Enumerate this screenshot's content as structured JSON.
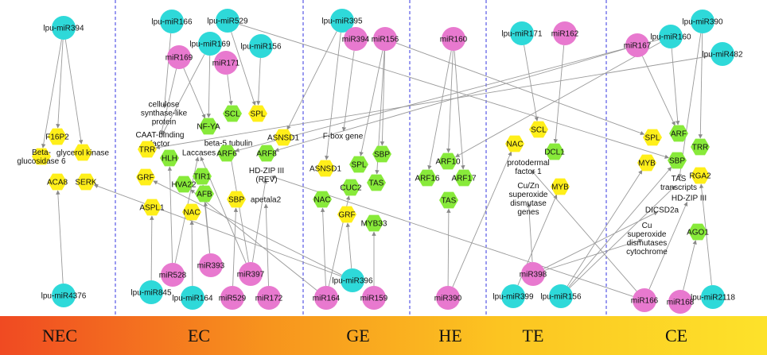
{
  "colors": {
    "mirna_cyan": "#2ed9d9",
    "mirna_pink": "#e879cf",
    "target_yellow": "#ffef1a",
    "target_green": "#88ea3a",
    "edge": "#9a9a9a",
    "divider": "#3434e0"
  },
  "stages": [
    "NEC",
    "EC",
    "GE",
    "HE",
    "TE",
    "CE"
  ],
  "nodes": [
    {
      "id": "lpu-mir394",
      "label": "lpu-miR394",
      "kind": "mirna",
      "color": "cyan"
    },
    {
      "id": "f16p2",
      "label": "F16P2",
      "kind": "target",
      "color": "yellow"
    },
    {
      "id": "beta-glucosidase6",
      "label": "Beta-\nglucosidase 6",
      "kind": "target",
      "color": "yellow"
    },
    {
      "id": "glycerol-kinase",
      "label": "glycerol kinase",
      "kind": "target",
      "color": "yellow"
    },
    {
      "id": "aca8",
      "label": "ACA8",
      "kind": "target",
      "color": "yellow"
    },
    {
      "id": "serk",
      "label": "SERK",
      "kind": "target",
      "color": "yellow"
    },
    {
      "id": "lpu-mir4376",
      "label": "lpu-miR4376",
      "kind": "mirna",
      "color": "cyan"
    },
    {
      "id": "lpu-mir166-ec",
      "label": "lpu-miR166",
      "kind": "mirna",
      "color": "cyan"
    },
    {
      "id": "lpu-mir529-ec",
      "label": "lpu-miR529",
      "kind": "mirna",
      "color": "cyan"
    },
    {
      "id": "lpu-mir169",
      "label": "lpu-miR169",
      "kind": "mirna",
      "color": "cyan"
    },
    {
      "id": "lpu-mir156-ec",
      "label": "lpu-miR156",
      "kind": "mirna",
      "color": "cyan"
    },
    {
      "id": "mir169",
      "label": "miR169",
      "kind": "mirna",
      "color": "pink"
    },
    {
      "id": "mir171",
      "label": "miR171",
      "kind": "mirna",
      "color": "pink"
    },
    {
      "id": "cellulose",
      "label": "cellulose\nsynthase-like\nprotein",
      "kind": "target",
      "color": "none"
    },
    {
      "id": "scl-ec",
      "label": "SCL",
      "kind": "target",
      "color": "green"
    },
    {
      "id": "spl-ec",
      "label": "SPL",
      "kind": "target",
      "color": "yellow"
    },
    {
      "id": "nf-ya",
      "label": "NF-YA",
      "kind": "target",
      "color": "green"
    },
    {
      "id": "caat",
      "label": "CAAT-binding\nfactor",
      "kind": "target",
      "color": "none"
    },
    {
      "id": "beta5",
      "label": "beta-5 tubulin",
      "kind": "target",
      "color": "none"
    },
    {
      "id": "asnsd1-ec",
      "label": "ASNSD1",
      "kind": "target",
      "color": "yellow"
    },
    {
      "id": "trr-ec",
      "label": "TRR",
      "kind": "target",
      "color": "yellow"
    },
    {
      "id": "laccases",
      "label": "Laccases",
      "kind": "target",
      "color": "none"
    },
    {
      "id": "arf6",
      "label": "ARF6",
      "kind": "target",
      "color": "green"
    },
    {
      "id": "arf8",
      "label": "ARF8",
      "kind": "target",
      "color": "green"
    },
    {
      "id": "hlh",
      "label": "HLH",
      "kind": "target",
      "color": "green"
    },
    {
      "id": "grf-ec",
      "label": "GRF",
      "kind": "target",
      "color": "yellow"
    },
    {
      "id": "tir1",
      "label": "TIR1",
      "kind": "target",
      "color": "green"
    },
    {
      "id": "hdzip-rev",
      "label": "HD-ZIP III\n(REV)",
      "kind": "target",
      "color": "none"
    },
    {
      "id": "hva22",
      "label": "HVA22",
      "kind": "target",
      "color": "green"
    },
    {
      "id": "afb",
      "label": "AFB",
      "kind": "target",
      "color": "green"
    },
    {
      "id": "sbp-ec",
      "label": "SBP",
      "kind": "target",
      "color": "yellow"
    },
    {
      "id": "apetala2",
      "label": "apetala2",
      "kind": "target",
      "color": "none"
    },
    {
      "id": "aspl1",
      "label": "ASPL1",
      "kind": "target",
      "color": "yellow"
    },
    {
      "id": "nac-ec",
      "label": "NAC",
      "kind": "target",
      "color": "yellow"
    },
    {
      "id": "mir528",
      "label": "miR528",
      "kind": "mirna",
      "color": "pink"
    },
    {
      "id": "mir393",
      "label": "miR393",
      "kind": "mirna",
      "color": "pink"
    },
    {
      "id": "mir397",
      "label": "miR397",
      "kind": "mirna",
      "color": "pink"
    },
    {
      "id": "lpu-mir845",
      "label": "lpu-miR845",
      "kind": "mirna",
      "color": "cyan"
    },
    {
      "id": "lpu-mir164",
      "label": "lpu-miR164",
      "kind": "mirna",
      "color": "cyan"
    },
    {
      "id": "mir529",
      "label": "miR529",
      "kind": "mirna",
      "color": "pink"
    },
    {
      "id": "mir172",
      "label": "miR172",
      "kind": "mirna",
      "color": "pink"
    },
    {
      "id": "lpu-mir395",
      "label": "lpu-miR395",
      "kind": "mirna",
      "color": "cyan"
    },
    {
      "id": "mir394",
      "label": "miR394",
      "kind": "mirna",
      "color": "pink"
    },
    {
      "id": "mir156",
      "label": "miR156",
      "kind": "mirna",
      "color": "pink"
    },
    {
      "id": "fbox",
      "label": "F-box gene",
      "kind": "target",
      "color": "none"
    },
    {
      "id": "sbp-ge",
      "label": "SBP",
      "kind": "target",
      "color": "green"
    },
    {
      "id": "spl-ge",
      "label": "SPL",
      "kind": "target",
      "color": "green"
    },
    {
      "id": "asnsd1-ge",
      "label": "ASNSD1",
      "kind": "target",
      "color": "yellow"
    },
    {
      "id": "tas-ge",
      "label": "TAS",
      "kind": "target",
      "color": "green"
    },
    {
      "id": "cuc2",
      "label": "CUC2",
      "kind": "target",
      "color": "green"
    },
    {
      "id": "nac-ge",
      "label": "NAC",
      "kind": "target",
      "color": "green"
    },
    {
      "id": "grf-ge",
      "label": "GRF",
      "kind": "target",
      "color": "yellow"
    },
    {
      "id": "myb33",
      "label": "MYB33",
      "kind": "target",
      "color": "green"
    },
    {
      "id": "lpu-mir396",
      "label": "lpu-miR396",
      "kind": "mirna",
      "color": "cyan"
    },
    {
      "id": "mir164",
      "label": "miR164",
      "kind": "mirna",
      "color": "pink"
    },
    {
      "id": "mir159",
      "label": "miR159",
      "kind": "mirna",
      "color": "pink"
    },
    {
      "id": "mir160",
      "label": "miR160",
      "kind": "mirna",
      "color": "pink"
    },
    {
      "id": "arf10",
      "label": "ARF10",
      "kind": "target",
      "color": "green"
    },
    {
      "id": "arf16",
      "label": "ARF16",
      "kind": "target",
      "color": "green"
    },
    {
      "id": "arf17",
      "label": "ARF17",
      "kind": "target",
      "color": "green"
    },
    {
      "id": "tas-he",
      "label": "TAS",
      "kind": "target",
      "color": "green"
    },
    {
      "id": "mir390",
      "label": "miR390",
      "kind": "mirna",
      "color": "pink"
    },
    {
      "id": "lpu-mir171",
      "label": "lpu-miR171",
      "kind": "mirna",
      "color": "cyan"
    },
    {
      "id": "mir162",
      "label": "miR162",
      "kind": "mirna",
      "color": "pink"
    },
    {
      "id": "scl-te",
      "label": "SCL",
      "kind": "target",
      "color": "yellow"
    },
    {
      "id": "nac-te",
      "label": "NAC",
      "kind": "target",
      "color": "yellow"
    },
    {
      "id": "dcl1",
      "label": "DCL1",
      "kind": "target",
      "color": "green"
    },
    {
      "id": "protodermal",
      "label": "protodermal\nfactor 1",
      "kind": "target",
      "color": "none"
    },
    {
      "id": "cuzn",
      "label": "Cu/Zn\nsuperoxide\ndismutase\ngenes",
      "kind": "target",
      "color": "none"
    },
    {
      "id": "myb-te",
      "label": "MYB",
      "kind": "target",
      "color": "yellow"
    },
    {
      "id": "mir398",
      "label": "miR398",
      "kind": "mirna",
      "color": "pink"
    },
    {
      "id": "lpu-mir399",
      "label": "lpu-miR399",
      "kind": "mirna",
      "color": "cyan"
    },
    {
      "id": "lpu-mir156-te",
      "label": "lpu-miR156",
      "kind": "mirna",
      "color": "cyan"
    },
    {
      "id": "lpu-mir390",
      "label": "lpu-miR390",
      "kind": "mirna",
      "color": "cyan"
    },
    {
      "id": "lpu-mir160",
      "label": "lpu-miR160",
      "kind": "mirna",
      "color": "cyan"
    },
    {
      "id": "mir167",
      "label": "miR167",
      "kind": "mirna",
      "color": "pink"
    },
    {
      "id": "lpu-mir482",
      "label": "lpu-miR482",
      "kind": "mirna",
      "color": "cyan"
    },
    {
      "id": "spl-ce",
      "label": "SPL",
      "kind": "target",
      "color": "yellow"
    },
    {
      "id": "arf-ce",
      "label": "ARF",
      "kind": "target",
      "color": "green"
    },
    {
      "id": "trr-ce",
      "label": "TRR",
      "kind": "target",
      "color": "green"
    },
    {
      "id": "myb-ce",
      "label": "MYB",
      "kind": "target",
      "color": "yellow"
    },
    {
      "id": "sbp-ce",
      "label": "SBP",
      "kind": "target",
      "color": "green"
    },
    {
      "id": "tas-transcripts",
      "label": "TAS\ntranscripts",
      "kind": "target",
      "color": "none"
    },
    {
      "id": "rga2",
      "label": "RGA2",
      "kind": "target",
      "color": "yellow"
    },
    {
      "id": "hdzip-ce",
      "label": "HD-ZIP III",
      "kind": "target",
      "color": "none"
    },
    {
      "id": "dicsd2a",
      "label": "DICSD2a",
      "kind": "target",
      "color": "none"
    },
    {
      "id": "cu-sod",
      "label": "Cu\nsuperoxide\ndismutases\ncytochrome",
      "kind": "target",
      "color": "none"
    },
    {
      "id": "ago1",
      "label": "AGO1",
      "kind": "target",
      "color": "green"
    },
    {
      "id": "mir166",
      "label": "miR166",
      "kind": "mirna",
      "color": "pink"
    },
    {
      "id": "mir168",
      "label": "miR168",
      "kind": "mirna",
      "color": "pink"
    },
    {
      "id": "lpu-mir2118",
      "label": "lpu-miR2118",
      "kind": "mirna",
      "color": "cyan"
    }
  ],
  "edges": [
    [
      "lpu-mir394",
      "f16p2"
    ],
    [
      "lpu-mir394",
      "beta-glucosidase6"
    ],
    [
      "lpu-mir394",
      "glycerol-kinase"
    ],
    [
      "lpu-mir4376",
      "aca8"
    ],
    [
      "lpu-mir396",
      "serk"
    ],
    [
      "lpu-mir169",
      "nf-ya"
    ],
    [
      "lpu-mir169",
      "caat"
    ],
    [
      "mir169",
      "nf-ya"
    ],
    [
      "mir169",
      "caat"
    ],
    [
      "lpu-mir166-ec",
      "cellulose"
    ],
    [
      "lpu-mir529-ec",
      "spl-ec"
    ],
    [
      "lpu-mir156-ec",
      "spl-ec"
    ],
    [
      "mir171",
      "scl-ec"
    ],
    [
      "lpu-mir529-ec",
      "sbp-ce"
    ],
    [
      "mir156",
      "spl-ce"
    ],
    [
      "lpu-mir395",
      "asnsd1-ec"
    ],
    [
      "mir397",
      "laccases"
    ],
    [
      "mir397",
      "beta5"
    ],
    [
      "mir393",
      "tir1"
    ],
    [
      "mir393",
      "afb"
    ],
    [
      "mir528",
      "laccases"
    ],
    [
      "mir528",
      "hlh"
    ],
    [
      "lpu-mir845",
      "aspl1"
    ],
    [
      "lpu-mir164",
      "nac-ec"
    ],
    [
      "mir529",
      "sbp-ec"
    ],
    [
      "mir172",
      "apetala2"
    ],
    [
      "mir397",
      "hdzip-rev"
    ],
    [
      "mir164",
      "hva22"
    ],
    [
      "lpu-mir160",
      "arf6"
    ],
    [
      "mir167",
      "arf8"
    ],
    [
      "lpu-mir482",
      "trr-ec"
    ],
    [
      "lpu-mir396",
      "grf-ec"
    ],
    [
      "mir394",
      "fbox"
    ],
    [
      "mir156",
      "sbp-ge"
    ],
    [
      "mir156",
      "spl-ge"
    ],
    [
      "mir156",
      "tas-ge"
    ],
    [
      "mir164",
      "cuc2"
    ],
    [
      "mir164",
      "nac-ge"
    ],
    [
      "lpu-mir396",
      "grf-ge"
    ],
    [
      "mir159",
      "myb33"
    ],
    [
      "mir390",
      "nac-te"
    ],
    [
      "mir166",
      "hdzip-rev"
    ],
    [
      "lpu-mir395",
      "asnsd1-ge"
    ],
    [
      "mir160",
      "arf10"
    ],
    [
      "mir160",
      "arf16"
    ],
    [
      "mir160",
      "arf17"
    ],
    [
      "mir390",
      "tas-he"
    ],
    [
      "lpu-mir160",
      "arf10"
    ],
    [
      "lpu-mir171",
      "scl-te"
    ],
    [
      "mir162",
      "dcl1"
    ],
    [
      "mir398",
      "cuzn"
    ],
    [
      "lpu-mir399",
      "myb-te"
    ],
    [
      "mir166",
      "protodermal"
    ],
    [
      "lpu-mir156-te",
      "tas-transcripts"
    ],
    [
      "lpu-mir390",
      "tas-transcripts"
    ],
    [
      "lpu-mir160",
      "arf-ce"
    ],
    [
      "mir167",
      "arf-ce"
    ],
    [
      "lpu-mir390",
      "trr-ce"
    ],
    [
      "lpu-mir156-te",
      "myb-ce"
    ],
    [
      "mir166",
      "hdzip-ce"
    ],
    [
      "mir168",
      "ago1"
    ],
    [
      "lpu-mir2118",
      "rga2"
    ],
    [
      "mir398",
      "cu-sod"
    ],
    [
      "mir398",
      "dicsd2a"
    ],
    [
      "lpu-mir156-te",
      "sbp-ce"
    ]
  ]
}
